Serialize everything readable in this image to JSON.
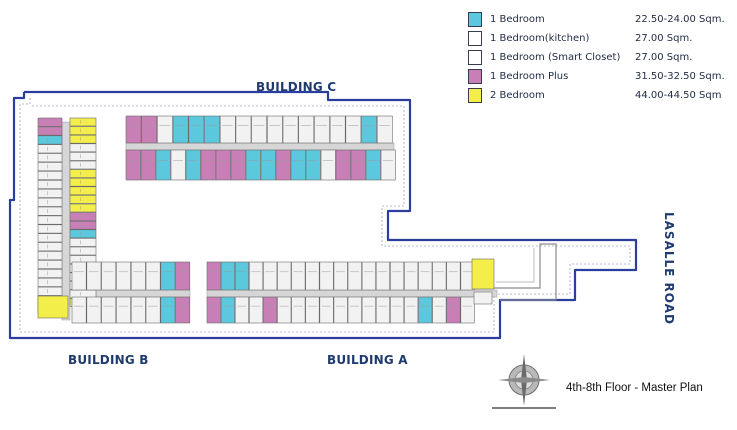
{
  "legend": [
    {
      "label": "1 Bedroom",
      "area": "22.50-24.00 Sqm.",
      "color": "#5bc8dd"
    },
    {
      "label": "1 Bedroom(kitchen)",
      "area": "27.00 Sqm.",
      "color": "#ffffff"
    },
    {
      "label": "1 Bedroom (Smart Closet)",
      "area": "27.00 Sqm.",
      "color": "#ffffff"
    },
    {
      "label": "1 Bedroom  Plus",
      "area": "31.50-32.50 Sqm.",
      "color": "#c77fb6"
    },
    {
      "label": "2 Bedroom",
      "area": "44.00-44.50  Sqm",
      "color": "#f4ee4a"
    }
  ],
  "buildings": {
    "c": "BUILDING C",
    "b": "BUILDING B",
    "a": "BUILDING A"
  },
  "road": "LASALLE ROAD",
  "caption": "4th-8th Floor - Master Plan",
  "colors": {
    "outline": "#2b3d9e",
    "unit_fill": "#f2f2f2",
    "unit_stroke": "#6a6a6a",
    "corridor": "#d6d6d6"
  },
  "icons": [
    "compass-rose-icon"
  ]
}
